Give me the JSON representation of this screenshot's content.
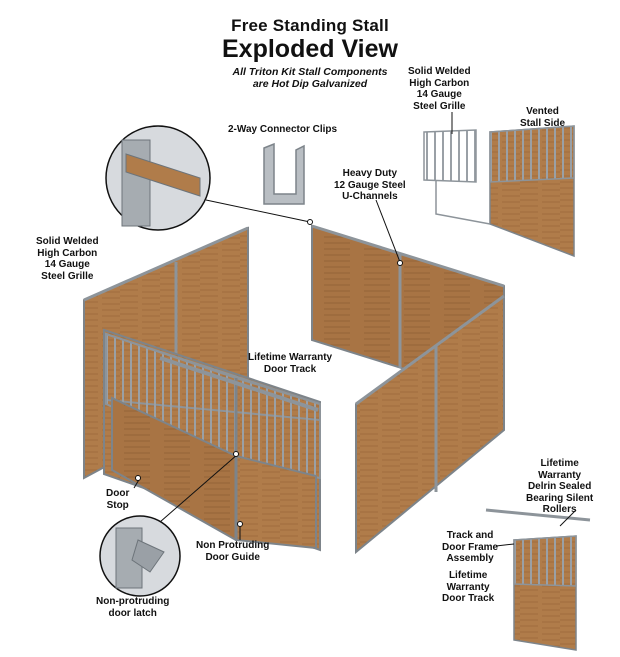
{
  "header": {
    "title_line1": "Free Standing Stall",
    "title_line2": "Exploded View",
    "subtitle_lines": [
      "All Triton Kit Stall Components",
      "are Hot Dip Galvanized"
    ]
  },
  "callouts": {
    "connector_clips": [
      "2-Way Connector Clips"
    ],
    "grille_top_right": [
      "Solid Welded",
      "High Carbon",
      "14 Gauge",
      "Steel Grille"
    ],
    "vented_side": [
      "Vented",
      "Stall Side"
    ],
    "u_channels": [
      "Heavy Duty",
      "12 Gauge Steel",
      "U-Channels"
    ],
    "grille_left": [
      "Solid Welded",
      "High Carbon",
      "14 Gauge",
      "Steel Grille"
    ],
    "door_track_center": [
      "Lifetime Warranty",
      "Door Track"
    ],
    "door_stop": [
      "Door",
      "Stop"
    ],
    "door_guide": [
      "Non Protruding",
      "Door Guide"
    ],
    "door_latch": [
      "Non-protruding",
      "door latch"
    ],
    "rollers": [
      "Lifetime",
      "Warranty",
      "Delrin Sealed",
      "Bearing Silent",
      "Rollers"
    ],
    "track_frame": [
      "Track and",
      "Door Frame",
      "Assembly"
    ],
    "door_track_bottom": [
      "Lifetime",
      "Warranty",
      "Door Track"
    ]
  },
  "colors": {
    "wood": "#b07c4a",
    "wood_dark": "#8a5a30",
    "steel": "#b9bec3",
    "steel_dark": "#7d848a",
    "text": "#111111"
  }
}
